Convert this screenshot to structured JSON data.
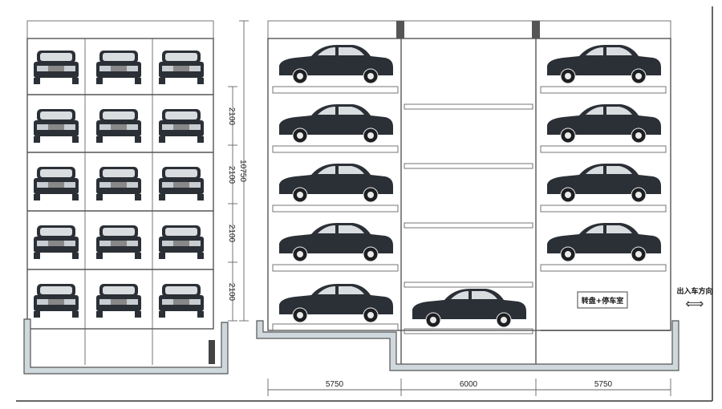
{
  "front_view": {
    "levels": 5,
    "columns": 3,
    "dimensions": [
      "2100",
      "2100",
      "2100",
      "2100"
    ],
    "overall_height": "10750"
  },
  "side_view": {
    "bays": [
      {
        "width_label": "5750",
        "cars": 5
      },
      {
        "width_label": "6000",
        "cars": 1
      },
      {
        "width_label": "5750",
        "cars": 4
      }
    ],
    "room_label": "转盘+停车室",
    "direction_label": "出入车方向",
    "direction_arrow": "⟺"
  }
}
